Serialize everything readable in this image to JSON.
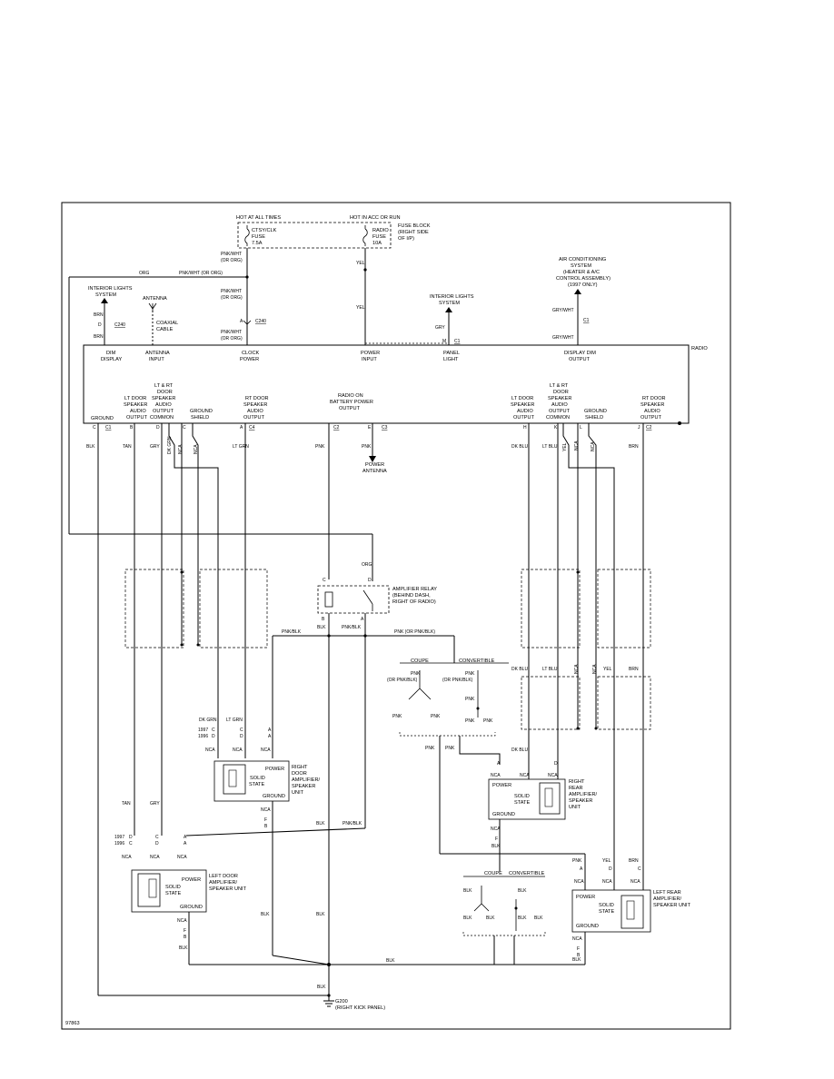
{
  "feeds": {
    "hot_always": "HOT AT ALL TIMES",
    "hot_acc_run": "HOT IN ACC OR RUN",
    "ctsy_fuse": [
      "CTSY/CLK",
      "FUSE",
      "7.5A"
    ],
    "radio_fuse": [
      "RADIO",
      "FUSE",
      "10A"
    ],
    "fuse_block": [
      "FUSE BLOCK",
      "(RIGHT SIDE",
      "OF I/P)"
    ]
  },
  "wires": {
    "orn": "ORG",
    "pnk_wht_orn": "PNK/WHT (OR ORG)",
    "pnk_wht_1": [
      "PNK/WHT",
      "(OR ORG)"
    ],
    "pnk_wht_2": [
      "PNK/WHT",
      "(OR ORG)"
    ],
    "pnk_wht_3": [
      "PNK/WHT",
      "(OR ORG)"
    ],
    "yel_1": "YEL",
    "yel_2": "YEL",
    "gry": "GRY",
    "gry_wht_1": "GRY/WHT",
    "gry_wht_2": "GRY/WHT",
    "brn_1": "BRN",
    "brn_2": "BRN",
    "blk": "BLK",
    "tan": "TAN",
    "gry_2": "GRY",
    "dk_grn": "DK GRN",
    "nca": "NCA",
    "lt_grn": "LT GRN",
    "pnk": "PNK",
    "dk_blu": "DK BLU",
    "lt_blu": "LT BLU",
    "yel_3": "YEL",
    "brn_3": "BRN"
  },
  "connectors": {
    "c240_a": "C240",
    "c240_b": "C240",
    "c1": "C1",
    "c2": "C2",
    "c3": "C3",
    "c4": "C4"
  },
  "components": {
    "interior_lights_1": [
      "INTERIOR LIGHTS",
      "SYSTEM"
    ],
    "antenna": "ANTENNA",
    "coaxial": [
      "COAXIAL",
      "CABLE"
    ],
    "interior_lights_2": [
      "INTERIOR LIGHTS",
      "SYSTEM"
    ],
    "ac_system": [
      "AIR CONDITIONING",
      "SYSTEM",
      "(HEATER & A/C",
      "CONTROL ASSEMBLY)",
      "(1997 ONLY)"
    ],
    "radio": "RADIO",
    "power_antenna": [
      "POWER",
      "ANTENNA"
    ],
    "amp_relay": [
      "AMPLIFIER RELAY",
      "(BEHIND DASH,",
      "RIGHT OF RADIO)"
    ],
    "rd_amp": [
      "RIGHT",
      "DOOR",
      "AMPLIFIER/",
      "SPEAKER",
      "UNIT"
    ],
    "rr_amp": [
      "RIGHT",
      "REAR",
      "AMPLIFIER/",
      "SPEAKER",
      "UNIT"
    ],
    "ld_amp": [
      "LEFT DOOR",
      "AMPLIFIER/",
      "SPEAKER UNIT"
    ],
    "lr_amp": [
      "LEFT REAR",
      "AMPLIFIER/",
      "SPEAKER UNIT"
    ],
    "solid_state": [
      "SOLID",
      "STATE"
    ],
    "power": "POWER",
    "ground": "GROUND",
    "coupe": "COUPE",
    "convertible": "CONVERTIBLE",
    "g200": [
      "G200",
      "(RIGHT KICK PANEL)"
    ]
  },
  "radio_pins": {
    "dim_display": [
      "DIM",
      "DISPLAY"
    ],
    "antenna_input": [
      "ANTENNA",
      "INPUT"
    ],
    "clock_power": [
      "CLOCK",
      "POWER"
    ],
    "power_input": [
      "POWER",
      "INPUT"
    ],
    "panel_light": [
      "PANEL",
      "LIGHT"
    ],
    "display_dim_output": [
      "DISPLAY DIM",
      "OUTPUT"
    ],
    "ground": "GROUND",
    "lt_door_output": [
      "LT DOOR",
      "SPEAKER",
      "AUDIO",
      "OUTPUT"
    ],
    "lr_common": [
      "LT & RT",
      "DOOR",
      "SPEAKER",
      "AUDIO",
      "OUTPUT",
      "COMMON"
    ],
    "ground_shield": [
      "GROUND",
      "SHIELD"
    ],
    "rt_door_output": [
      "RT DOOR",
      "SPEAKER",
      "AUDIO",
      "OUTPUT"
    ],
    "radio_on": [
      "RADIO ON",
      "BATTERY POWER",
      "OUTPUT"
    ],
    "lt_door_output_r": [
      "LT DOOR",
      "SPEAKER",
      "AUDIO",
      "OUTPUT"
    ],
    "lr_common_r": [
      "LT & RT",
      "DOOR",
      "SPEAKER",
      "AUDIO",
      "OUTPUT",
      "COMMON"
    ],
    "ground_shield_r": [
      "GROUND",
      "SHIELD"
    ],
    "rt_door_output_r": [
      "RT DOOR",
      "SPEAKER",
      "AUDIO",
      "OUTPUT"
    ]
  },
  "relay_wires": {
    "blk": "BLK",
    "pnk_blk": "PNK/BLK",
    "pnk_or": "PNK (OR PNK/BLK)",
    "pnk_or_2": [
      "PNK",
      "(OR PNK/BLK)"
    ],
    "pnk_or_3": [
      "PNK",
      "(OR PNK/BLK)"
    ]
  },
  "years": {
    "y1997": "1997",
    "y1996": "1996"
  },
  "figure_id": "97863"
}
